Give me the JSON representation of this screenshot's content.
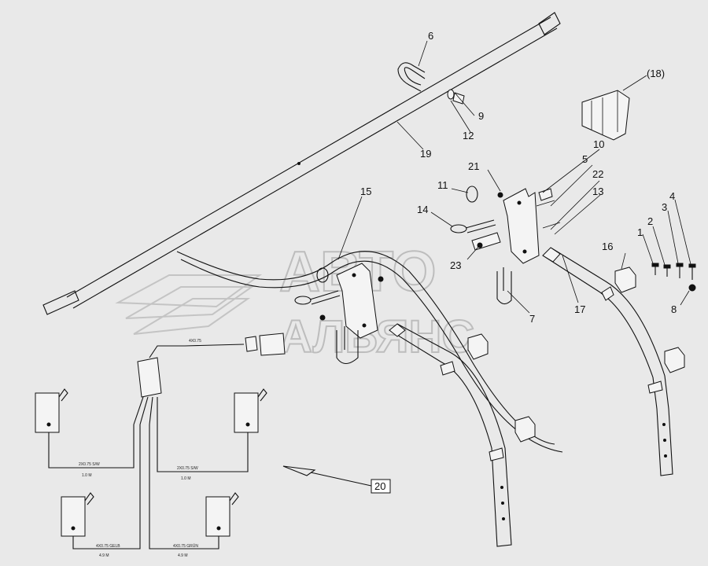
{
  "watermark": {
    "line1": "АВТО",
    "line2": "АЛЬЯНС"
  },
  "callouts": {
    "c1": "1",
    "c2": "2",
    "c3": "3",
    "c4": "4",
    "c5": "5",
    "c6": "6",
    "c7": "7",
    "c8": "8",
    "c9": "9",
    "c10": "10",
    "c11": "11",
    "c12": "12",
    "c13": "13",
    "c14": "14",
    "c15": "15",
    "c16": "16",
    "c17": "17",
    "c18": "(18)",
    "c19": "19",
    "c20": "20",
    "c21": "21",
    "c22": "22",
    "c23": "23"
  },
  "cable_labels": {
    "top": "4X0.75",
    "left_top": "2X0.75 S/W",
    "left_top_len": "1.0 M",
    "right_top": "2X0.75 S/W",
    "right_top_len": "1.0 M",
    "left_bottom": "4X0.75 GELB",
    "left_bottom_len": "4.9 M",
    "right_bottom": "4X0.75 GRÜN",
    "right_bottom_len": "4.9 M"
  }
}
